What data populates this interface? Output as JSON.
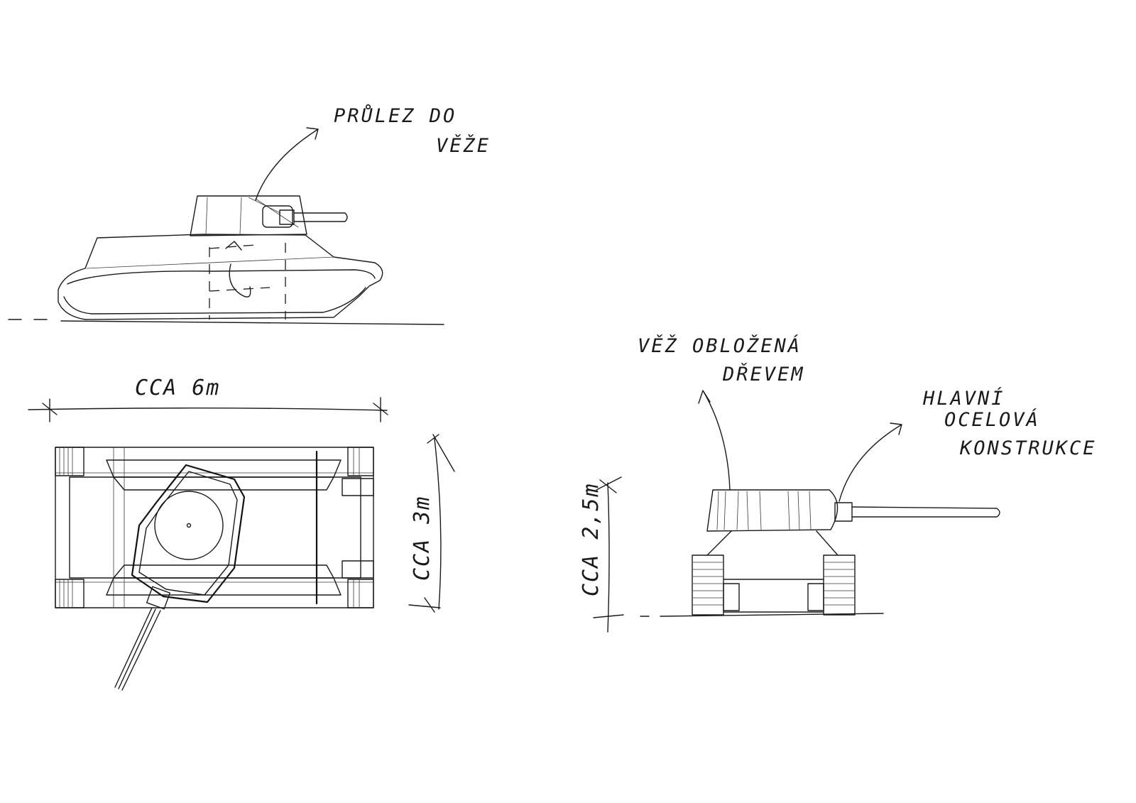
{
  "annotations": {
    "turret_hatch": [
      "PRŮLEZ DO",
      "VĚŽE"
    ],
    "length": "CCA 6m",
    "width": "CCA 3m",
    "height": "CCA 2,5m",
    "turret_wood": [
      "VĚŽ OBLOŽENÁ",
      "DŘEVEM"
    ],
    "steel_frame": [
      "HLAVNÍ",
      "OCELOVÁ",
      "KONSTRUKCE"
    ]
  },
  "colors": {
    "ink": "#1a1a1a",
    "paper": "#ffffff"
  }
}
